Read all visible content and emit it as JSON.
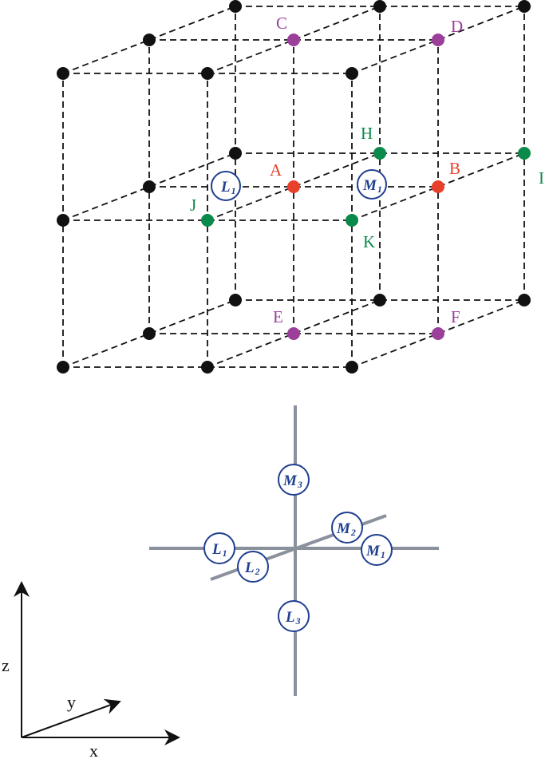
{
  "colors": {
    "black_node": "#111111",
    "red_node": "#e8402a",
    "green_node": "#0a8a4a",
    "purple_node": "#9b3f9b",
    "ligand_circle": "#1f3f8f",
    "axis_gray": "#8a909c",
    "edge": "#111111"
  },
  "lattice": {
    "points": {
      "A": "A",
      "B": "B",
      "C": "C",
      "D": "D",
      "E": "E",
      "F": "F",
      "H": "H",
      "I": "I",
      "J": "J",
      "K": "K"
    },
    "circle_labels": {
      "L1": {
        "base": "L",
        "sub": "1"
      },
      "M1": {
        "base": "M",
        "sub": "1"
      }
    }
  },
  "coordination": {
    "M1": {
      "base": "M",
      "sub": "1"
    },
    "M2": {
      "base": "M",
      "sub": "2"
    },
    "M3": {
      "base": "M",
      "sub": "3"
    },
    "L1": {
      "base": "L",
      "sub": "1"
    },
    "L2": {
      "base": "L",
      "sub": "2"
    },
    "L3": {
      "base": "L",
      "sub": "3"
    }
  },
  "axes": {
    "x": "x",
    "y": "y",
    "z": "z"
  }
}
